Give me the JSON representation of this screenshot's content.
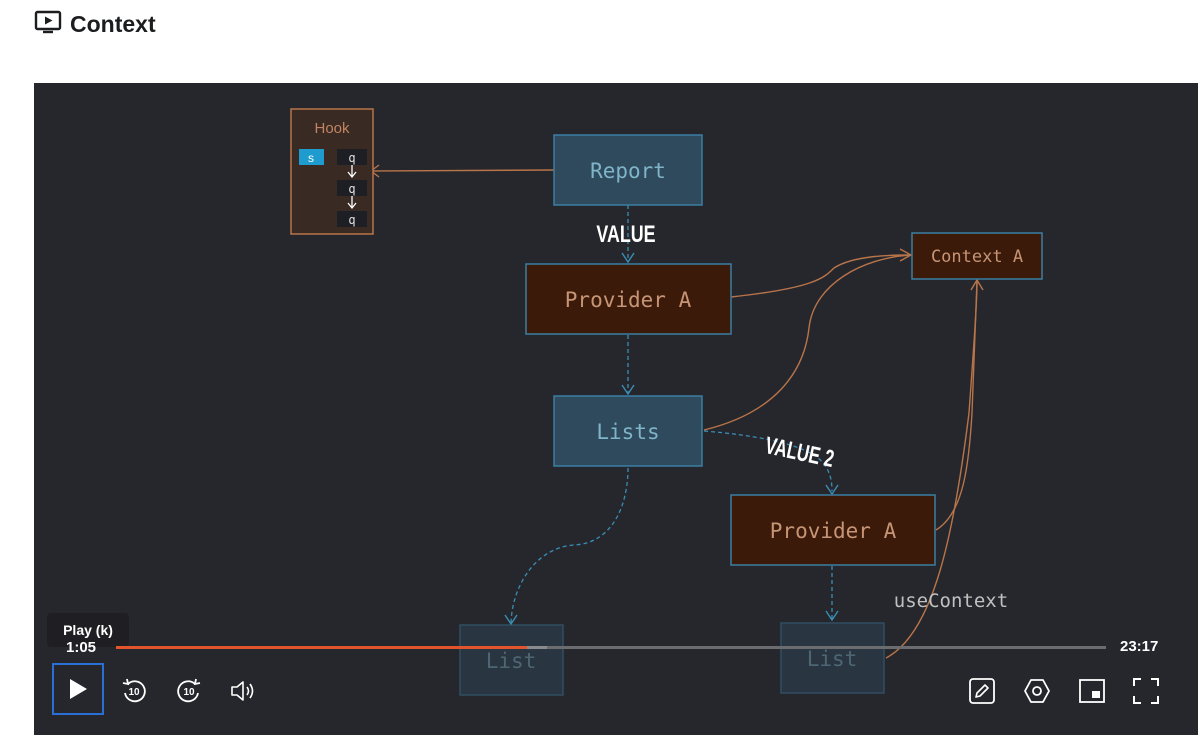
{
  "header": {
    "title": "Context",
    "icon": "video-play-icon"
  },
  "diagram": {
    "hook_box": {
      "title": "Hook",
      "state_label": "s",
      "queue_labels": [
        "q",
        "q",
        "q"
      ]
    },
    "report_label": "Report",
    "value_label": "VALUE",
    "provider_top_label": "Provider A",
    "context_label": "Context A",
    "lists_label": "Lists",
    "value2_label": "VALUE 2",
    "provider_bottom_label": "Provider A",
    "use_context_label": "useContext",
    "list_left_label": "List",
    "list_right_label": "List",
    "colors": {
      "blue_box": "#2e4a5c",
      "blue_border": "#3a7fa3",
      "blue_text": "#7fb4c9",
      "brown_box": "#3c1a0a",
      "brown_line": "#b8744a",
      "hook_border": "#b8744a",
      "dashed": "#3a8db5",
      "state_fill": "#1f9ccf"
    }
  },
  "player": {
    "tooltip": "Play (k)",
    "current_time": "1:05",
    "duration": "23:17",
    "progress_fraction": 0.415,
    "buffered_fraction": 0.435,
    "rewind_label": "10",
    "forward_label": "10",
    "icons": [
      "play-icon",
      "rewind-10-icon",
      "forward-10-icon",
      "volume-icon",
      "notes-icon",
      "settings-icon",
      "picture-in-picture-icon",
      "fullscreen-icon"
    ]
  }
}
